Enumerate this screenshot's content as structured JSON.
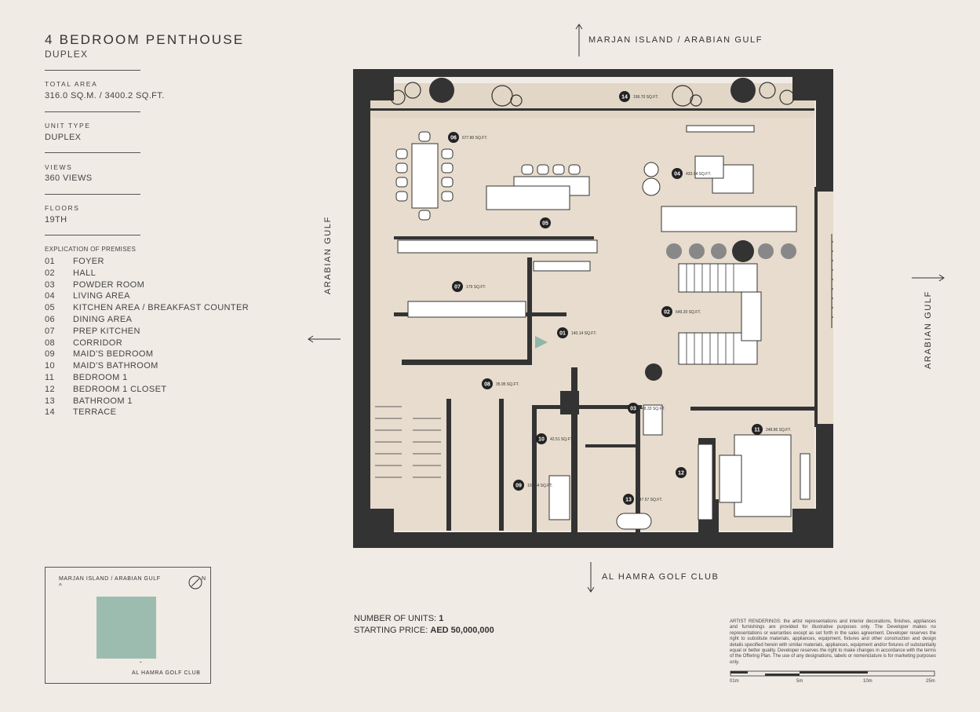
{
  "header": {
    "title": "4 BEDROOM PENTHOUSE",
    "subtitle": "DUPLEX"
  },
  "details": {
    "total_area_label": "TOTAL AREA",
    "total_area_value": "316.0 SQ.M.  /  3400.2 SQ.FT.",
    "unit_type_label": "UNIT TYPE",
    "unit_type_value": "DUPLEX",
    "views_label": "VIEWS",
    "views_value": "360 VIEWS",
    "floors_label": "FLOORS",
    "floors_value": "19TH"
  },
  "explication": {
    "heading": "EXPLICATION OF PREMISES",
    "items": [
      {
        "num": "01",
        "label": "FOYER"
      },
      {
        "num": "02",
        "label": "HALL"
      },
      {
        "num": "03",
        "label": "POWDER ROOM"
      },
      {
        "num": "04",
        "label": "LIVING AREA"
      },
      {
        "num": "05",
        "label": "KITCHEN AREA / BREAKFAST COUNTER"
      },
      {
        "num": "06",
        "label": "DINING AREA"
      },
      {
        "num": "07",
        "label": "PREP KITCHEN"
      },
      {
        "num": "08",
        "label": "CORRIDOR"
      },
      {
        "num": "09",
        "label": "MAID'S BEDROOM"
      },
      {
        "num": "10",
        "label": "MAID'S BATHROOM"
      },
      {
        "num": "11",
        "label": "BEDROOM 1"
      },
      {
        "num": "12",
        "label": "BEDROOM 1 CLOSET"
      },
      {
        "num": "13",
        "label": "BATHROOM 1"
      },
      {
        "num": "14",
        "label": "TERRACE"
      }
    ]
  },
  "directions": {
    "north": "MARJAN ISLAND / ARABIAN GULF",
    "south": "AL HAMRA GOLF CLUB",
    "west": "ARABIAN GULF",
    "east": "ARABIAN GULF"
  },
  "key_plan": {
    "top": "MARJAN ISLAND / ARABIAN GULF",
    "bottom": "AL HAMRA GOLF CLUB",
    "north_letter": "N",
    "highlight_color": "#9dbcb0"
  },
  "units": {
    "count_label": "NUMBER OF UNITS:",
    "count_value": "1",
    "price_label": "STARTING PRICE:",
    "price_value": "AED 50,000,000"
  },
  "disclaimer": "ARTIST RENDERINGS: the artist representations and interior decorations, finishes, appliances and furnishings are provided for illustrative purposes only. The Developer makes no representations or warranties except as set forth in the sales agreement. Developer reserves the right to substitute materials, appliances, equipment, fixtures and other construction and design details specified herein with similar materials, appliances, equipment and/or fixtures of substantially equal or better quality. Developer reserves the right to make changes in accordance with the terms of the Offering Plan. The use of any designations, labels or nomenclature is for marketing purposes only.",
  "scale": {
    "labels": [
      "01m",
      "5m",
      "10m",
      "25m"
    ]
  },
  "rooms": [
    {
      "num": "14",
      "area": "199.70 SQ.FT."
    },
    {
      "num": "06",
      "area": "677.80 SQ.FT."
    },
    {
      "num": "04",
      "area": "433.94 SQ.FT."
    },
    {
      "num": "05",
      "area": ""
    },
    {
      "num": "07",
      "area": "179 SQ.FT."
    },
    {
      "num": "02",
      "area": "649.20 SQ.FT."
    },
    {
      "num": "01",
      "area": "140.14 SQ.FT."
    },
    {
      "num": "08",
      "area": "35.95 SQ.FT."
    },
    {
      "num": "03",
      "area": "48.33 SQ.FT."
    },
    {
      "num": "11",
      "area": "248.86 SQ.FT."
    },
    {
      "num": "10",
      "area": "42.51 SQ.FT."
    },
    {
      "num": "09",
      "area": "103.64 SQ.FT."
    },
    {
      "num": "12",
      "area": ""
    },
    {
      "num": "13",
      "area": "147.57 SQ.FT."
    }
  ],
  "colors": {
    "background": "#f0ebe5",
    "floor": "#e7dccd",
    "wall": "#333333",
    "accent_green": "#9dbcb0"
  }
}
